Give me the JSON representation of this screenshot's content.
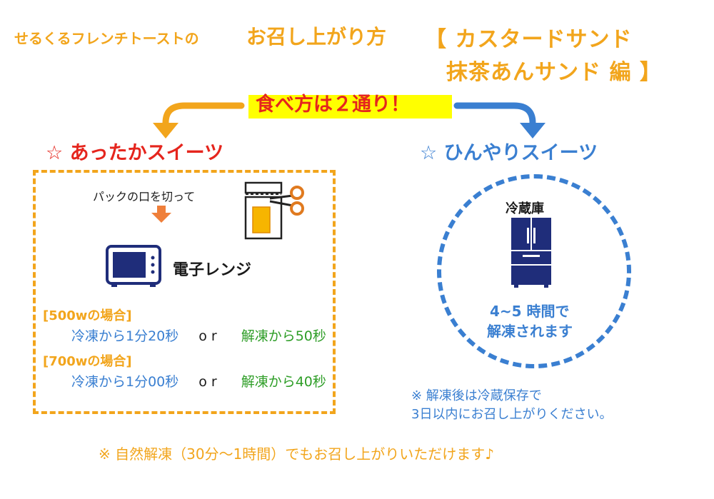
{
  "header": {
    "shop_line": "せるくるフレンチトーストの",
    "how_to_eat": "お召し上がり方",
    "product_line1": "【 カスタードサンド",
    "product_line2": "抹茶あんサンド 編 】"
  },
  "banner": {
    "text": "食べ方は２通り！"
  },
  "warm": {
    "heading": "☆ あったかスイーツ",
    "instruction": "パックの口を切って",
    "appliance": "電子レンジ",
    "w500": {
      "heading": "[500wの場合]",
      "frozen": "冷凍から1分20秒",
      "or": "or",
      "thawed": "解凍から50秒"
    },
    "w700": {
      "heading": "[700wの場合]",
      "frozen": "冷凍から1分00秒",
      "or": "or",
      "thawed": "解凍から40秒"
    }
  },
  "cold": {
    "heading": "☆ ひんやりスイーツ",
    "appliance": "冷蔵庫",
    "time": "4~5 時間で",
    "result": "解凍されます",
    "note_line1": "※ 解凍後は冷蔵保存で",
    "note_line2": "3日以内にお召し上がりください。"
  },
  "footer": {
    "note": "※ 自然解凍（30分～1時間）でもお召し上がりいただけます♪"
  },
  "colors": {
    "orange": "#f2a51c",
    "blue": "#3a7fd1",
    "red": "#e5251d",
    "green": "#2f9e28",
    "yellow": "#ffff00",
    "navy": "#1f2d7a"
  },
  "icons": [
    "arrow-left-orange",
    "arrow-right-blue",
    "arrow-down-orange",
    "scissors-pack",
    "microwave",
    "fridge"
  ]
}
